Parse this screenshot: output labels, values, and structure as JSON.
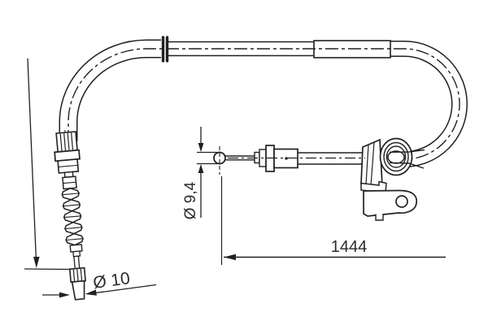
{
  "drawing": {
    "background_color": "#ffffff",
    "line_color": "#212121",
    "labels": {
      "length_mm": "1444",
      "nipple_diameter": "Ø 9,4",
      "end_fitting_diameter": "Ø 10"
    }
  }
}
